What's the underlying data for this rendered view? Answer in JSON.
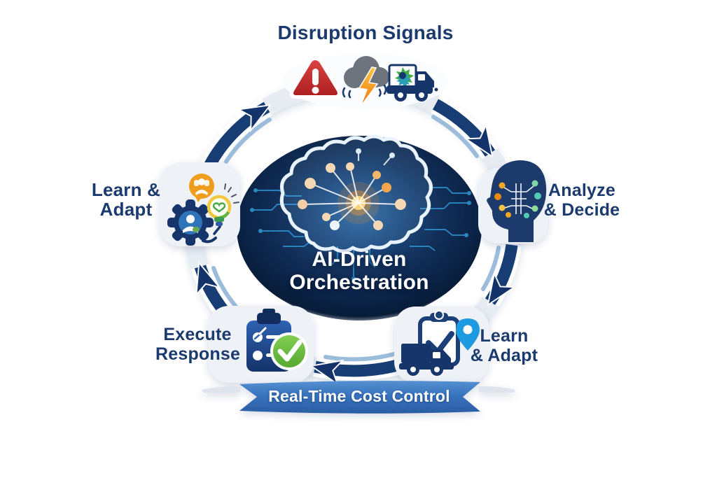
{
  "colors": {
    "navy_text": "#1b3a6e",
    "arrow_navy": "#173d74",
    "arrow_stripe": "#9cbcdc",
    "ring_gray": "#e7ebf2",
    "card_bg": "#eef2f7",
    "banner_blue": "#3873bd",
    "center_oval_dark": "#081c38",
    "center_oval_light": "#2f6ba3",
    "alert_red": "#c5302e",
    "cloud_gray": "#6e747d",
    "lightning_orange": "#f5921e",
    "check_green": "#6cbf44",
    "pin_blue": "#1e9be0",
    "accent_orange": "#f09d1f",
    "bulb_yellow": "#f0c83c",
    "bulb_green": "#63b545"
  },
  "cycle": {
    "center": {
      "line1": "AI-Driven",
      "line2": "Orchestration",
      "icon": "ai-brain-circuit"
    },
    "banner": {
      "label": "Real-Time Cost Control"
    },
    "steps": [
      {
        "id": "disruption-signals",
        "label": "Disruption Signals",
        "icons": [
          "warning-triangle-icon",
          "storm-cloud-lightning-icon",
          "disrupted-truck-icon"
        ]
      },
      {
        "id": "analyze-decide",
        "line1": "Analyze",
        "line2": "& Decide",
        "icons": [
          "head-circuit-icon"
        ]
      },
      {
        "id": "learn-adapt-right",
        "line1": "Learn",
        "line2": "& Adapt",
        "icons": [
          "clipboard-check-icon",
          "location-pin-icon",
          "delivery-truck-icon"
        ]
      },
      {
        "id": "execute-response",
        "line1": "Execute",
        "line2": "Response",
        "icons": [
          "task-clipboard-icon",
          "green-check-icon"
        ]
      },
      {
        "id": "learn-adapt-left",
        "label": "Learn & Adapt",
        "icons": [
          "person-badge-icon",
          "gear-person-icon",
          "idea-lightbulb-icon"
        ]
      }
    ]
  }
}
